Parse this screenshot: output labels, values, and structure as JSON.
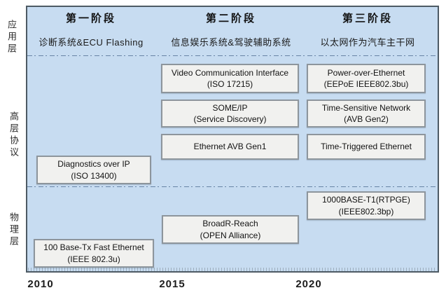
{
  "phases": [
    {
      "title": "第一阶段",
      "subtitle": "诊断系统&ECU Flashing"
    },
    {
      "title": "第二阶段",
      "subtitle": "信息娱乐系统&驾驶辅助系统"
    },
    {
      "title": "第三阶段",
      "subtitle": "以太网作为汽车主干网"
    }
  ],
  "layers": [
    "应用层",
    "高层协议",
    "物理层"
  ],
  "timeline": [
    "2010",
    "2015",
    "2020"
  ],
  "boxes": {
    "diagnostics": {
      "line1": "Diagnostics over IP",
      "line2": "(ISO 13400)"
    },
    "fast_ethernet": {
      "line1": "100 Base-Tx Fast Ethernet",
      "line2": "(IEEE 802.3u)"
    },
    "video": {
      "line1": "Video Communication Interface",
      "line2": "(ISO 17215)"
    },
    "someip": {
      "line1": "SOME/IP",
      "line2": "(Service Discovery)"
    },
    "avb_gen1": {
      "line1": "Ethernet AVB Gen1"
    },
    "broadr_reach": {
      "line1": "BroadR-Reach",
      "line2": "(OPEN Alliance)"
    },
    "poe": {
      "line1": "Power-over-Ethernet",
      "line2": "(EEPoE IEEE802.3bu)"
    },
    "tsn": {
      "line1": "Time-Sensitive Network",
      "line2": "(AVB Gen2)"
    },
    "tte": {
      "line1": "Time-Triggered Ethernet"
    },
    "t1": {
      "line1": "1000BASE-T1(RTPGE)",
      "line2": "(IEEE802.3bp)"
    }
  },
  "colors": {
    "chart_bg": "#c7dcf1",
    "chart_border": "#4d5a64",
    "box_bg": "#f1f1ef",
    "box_border": "#8d959c",
    "dash_line": "#48678c"
  }
}
